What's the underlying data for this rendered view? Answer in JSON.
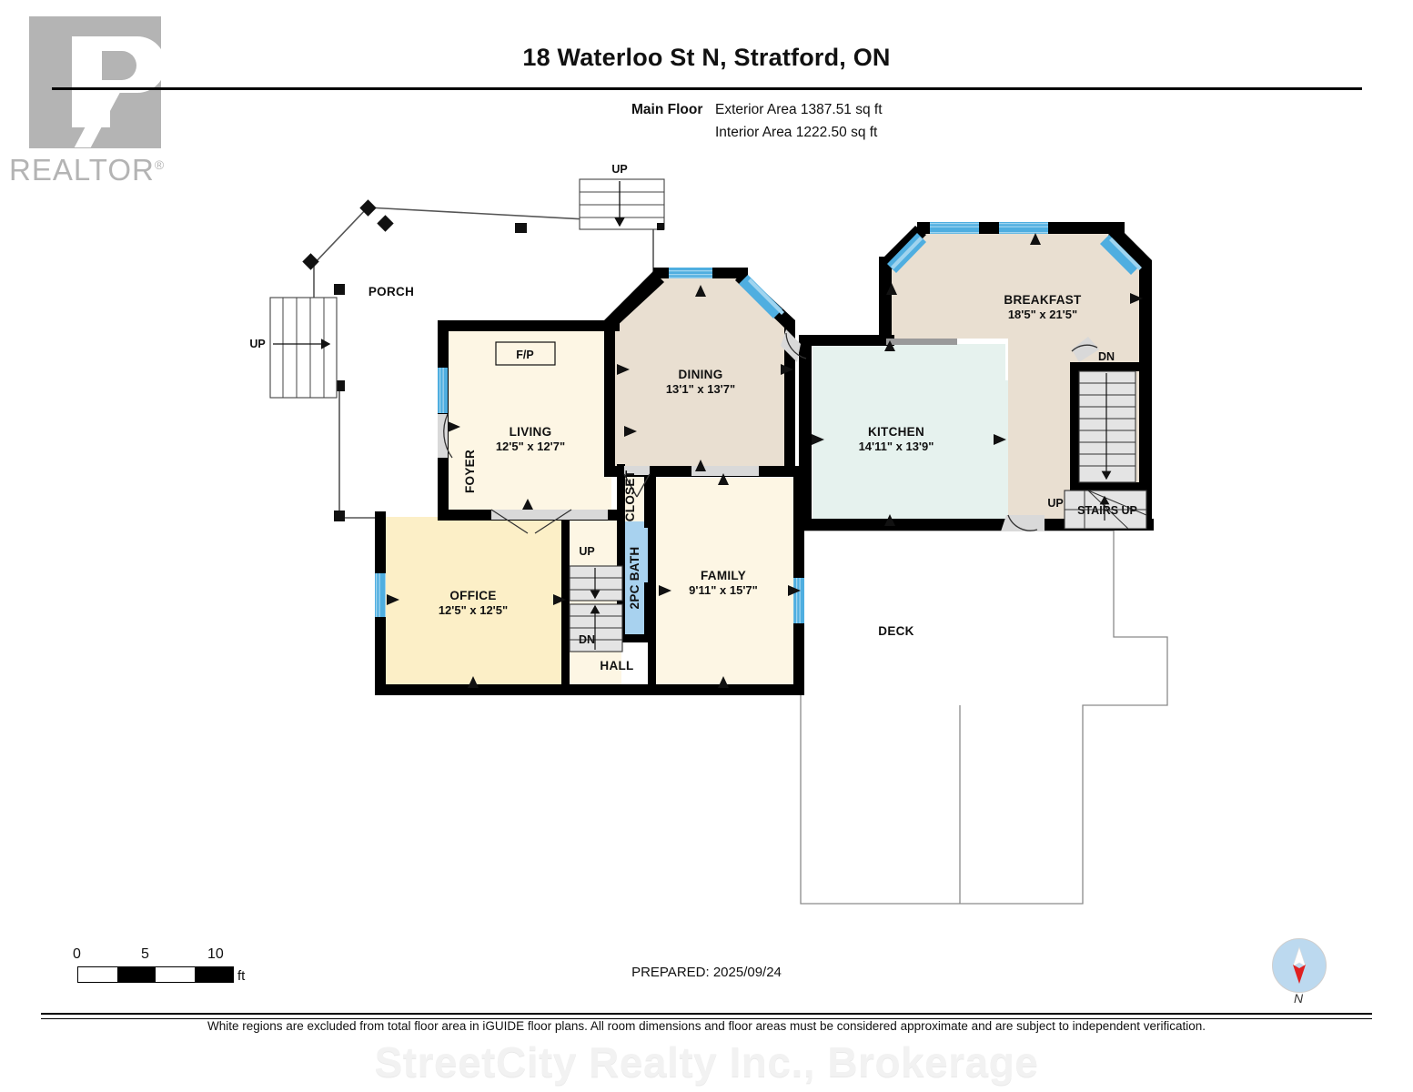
{
  "logo": {
    "text": "REALTOR",
    "registered": "®"
  },
  "header": {
    "title": "18 Waterloo St N, Stratford, ON",
    "floor_label": "Main Floor",
    "exterior_area": "Exterior Area 1387.51 sq ft",
    "interior_area": "Interior Area 1222.50 sq ft"
  },
  "rooms": [
    {
      "name": "PORCH",
      "dim": ""
    },
    {
      "name": "LIVING",
      "dim": "12'5\" x 12'7\""
    },
    {
      "name": "FOYER",
      "dim": ""
    },
    {
      "name": "DINING",
      "dim": "13'1\" x 13'7\""
    },
    {
      "name": "KITCHEN",
      "dim": "14'11\" x 13'9\""
    },
    {
      "name": "BREAKFAST",
      "dim": "18'5\" x 21'5\""
    },
    {
      "name": "OFFICE",
      "dim": "12'5\" x 12'5\""
    },
    {
      "name": "FAMILY",
      "dim": "9'11\" x 15'7\""
    },
    {
      "name": "2PC BATH",
      "dim": ""
    },
    {
      "name": "CLOSET",
      "dim": ""
    },
    {
      "name": "HALL",
      "dim": ""
    },
    {
      "name": "DECK",
      "dim": ""
    }
  ],
  "markers": {
    "fp": "F/P",
    "up_porch": "UP",
    "up_top": "UP",
    "up_hall": "UP",
    "dn_hall": "DN",
    "up_kitchen": "UP",
    "dn_stairs": "DN",
    "stairs_up": "STAIRS UP"
  },
  "scale": {
    "zero": "0",
    "five": "5",
    "ten": "10",
    "unit": "ft"
  },
  "footer": {
    "prepared": "PREPARED: 2025/09/24",
    "compass_label": "N",
    "disclaimer": "White regions are excluded from total floor area in iGUIDE floor plans. All room dimensions and floor areas must be considered approximate and are subject to independent verification.",
    "watermark": "StreetCity Realty Inc., Brokerage"
  },
  "colors": {
    "wall": "#000000",
    "window": "#4FAEE0",
    "living": "#FDF6E4",
    "office": "#FCEFC7",
    "dining": "#E9DFD1",
    "kitchen": "#E6F2EE",
    "bath": "#A8D2EF",
    "door": "#D9D9D9",
    "logo_gray": "#B4B4B4"
  }
}
